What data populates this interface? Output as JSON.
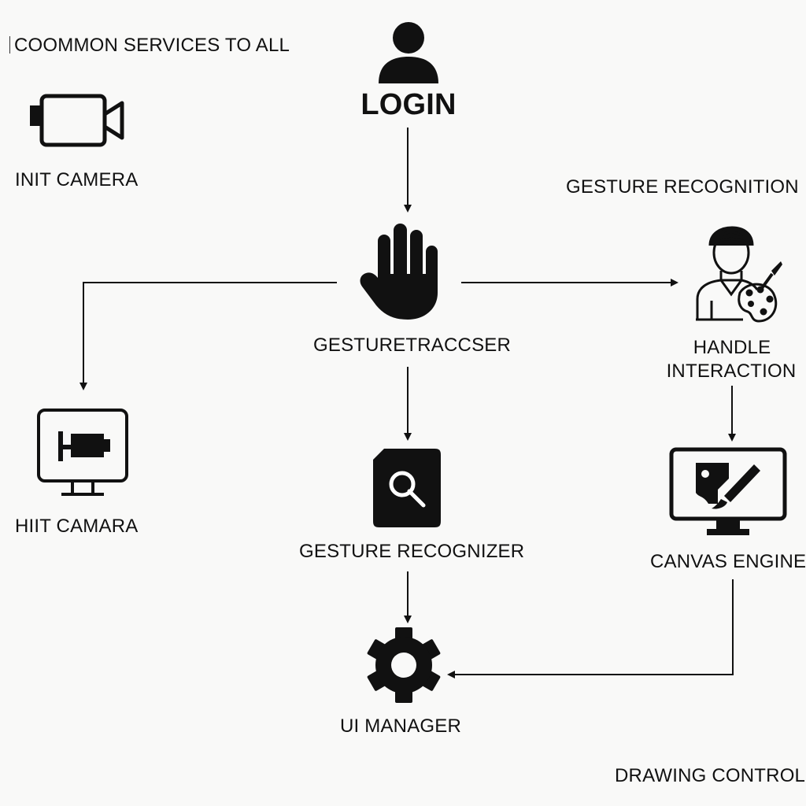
{
  "diagram": {
    "section_common": "COOMMON SERVICES TO ALL",
    "section_gesture": "GESTURE RECOGNITION",
    "section_drawing": "DRAWING CONTROL",
    "nodes": {
      "login": "LOGIN",
      "init_camera": "INIT CAMERA",
      "gesture_tracker": "GESTURETRACCSER",
      "hiit_camera": "HIIT CAMARA",
      "gesture_recognizer": "GESTURE RECOGNIZER",
      "handle_interaction_line1": "HANDLE",
      "handle_interaction_line2": "INTERACTION",
      "canvas_engine": "CANVAS ENGINE",
      "ui_manager": "UI MANAGER"
    },
    "icons": {
      "login": "user-icon",
      "init_camera": "video-camera-icon",
      "gesture_tracker": "hand-icon",
      "hiit_camera": "monitor-camera-icon",
      "gesture_recognizer": "recognizer-chip-icon",
      "handle_interaction": "artist-palette-icon",
      "canvas_engine": "monitor-brush-icon",
      "ui_manager": "gear-icon"
    },
    "line_color": "#111111"
  }
}
